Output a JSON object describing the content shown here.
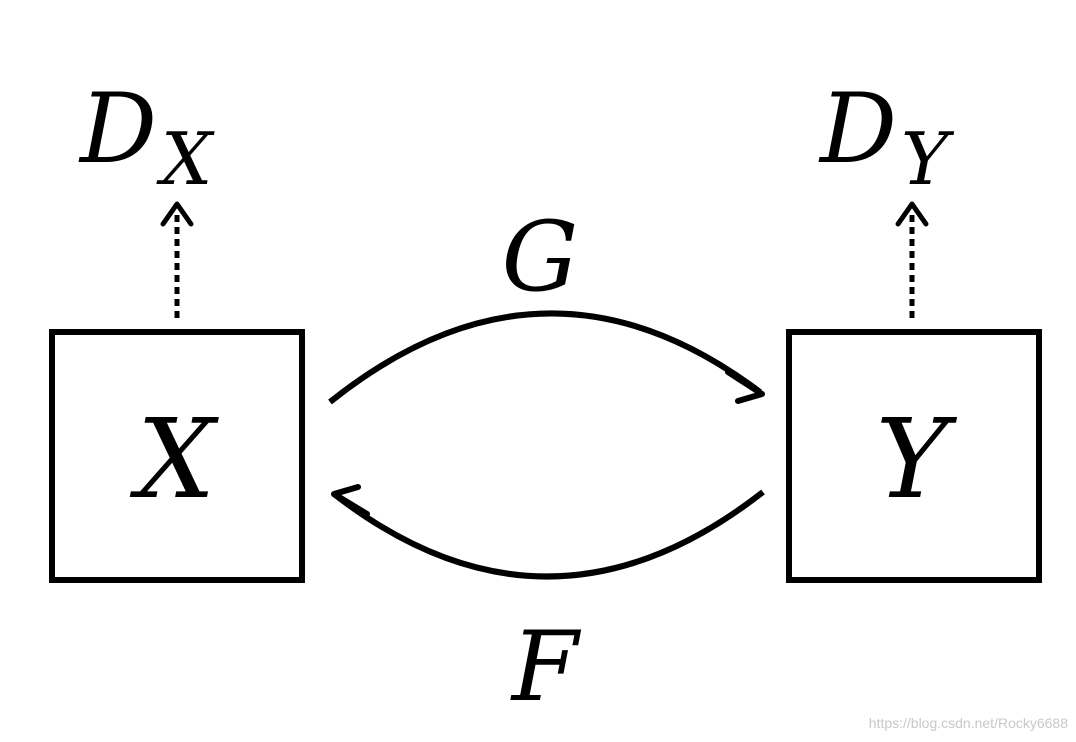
{
  "nodes": {
    "x": {
      "label": "X"
    },
    "y": {
      "label": "Y"
    }
  },
  "discriminators": {
    "dx": {
      "base": "D",
      "sub": "X"
    },
    "dy": {
      "base": "D",
      "sub": "Y"
    }
  },
  "mappings": {
    "g": {
      "label": "G"
    },
    "f": {
      "label": "F"
    }
  },
  "watermark": "https://blog.csdn.net/Rocky6688",
  "colors": {
    "stroke": "#000000",
    "background": "#ffffff",
    "watermark": "#c8c8c8"
  }
}
